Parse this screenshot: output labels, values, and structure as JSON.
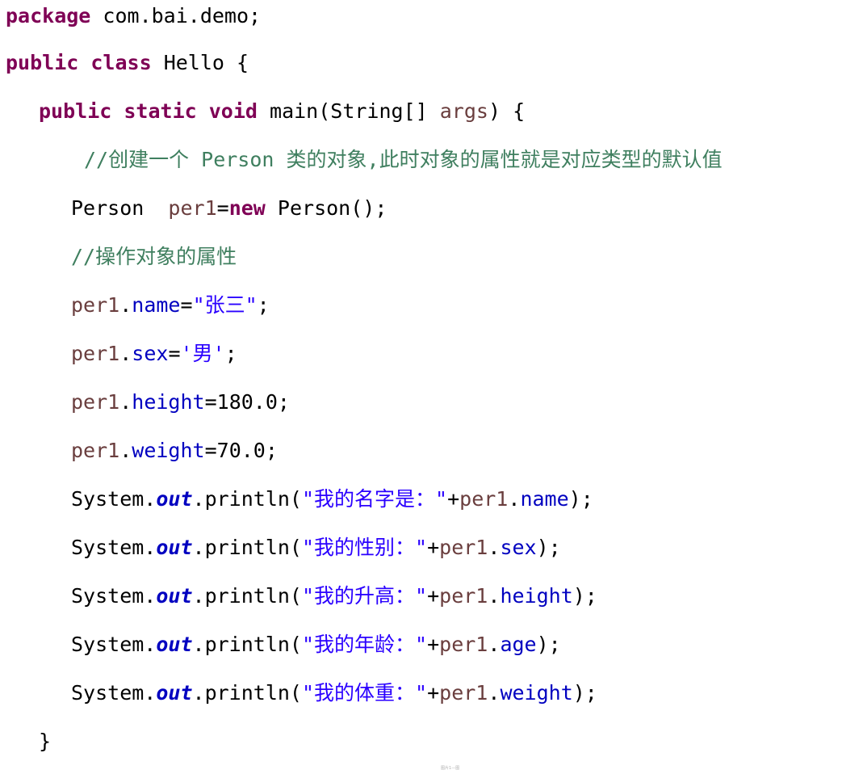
{
  "code_lines": [
    {
      "tokens": [
        {
          "text": "package",
          "kind": "keyword"
        },
        {
          "text": " com.bai.demo;",
          "kind": "plain"
        }
      ]
    },
    {
      "tokens": [
        {
          "text": "public",
          "kind": "keyword"
        },
        {
          "text": " ",
          "kind": "plain"
        },
        {
          "text": "class",
          "kind": "keyword"
        },
        {
          "text": " Hello {",
          "kind": "plain"
        }
      ]
    },
    {
      "tokens": [
        {
          "text": "public",
          "kind": "keyword"
        },
        {
          "text": " ",
          "kind": "plain"
        },
        {
          "text": "static",
          "kind": "keyword"
        },
        {
          "text": " ",
          "kind": "plain"
        },
        {
          "text": "void",
          "kind": "keyword"
        },
        {
          "text": " main(String[] ",
          "kind": "plain"
        },
        {
          "text": "args",
          "kind": "local"
        },
        {
          "text": ") {",
          "kind": "plain"
        }
      ]
    },
    {
      "tokens": [
        {
          "text": "//创建一个 Person 类的对象,此时对象的属性就是对应类型的默认值",
          "kind": "comment"
        }
      ]
    },
    {
      "tokens": [
        {
          "text": "Person  ",
          "kind": "plain"
        },
        {
          "text": "per1",
          "kind": "local"
        },
        {
          "text": "=",
          "kind": "plain"
        },
        {
          "text": "new",
          "kind": "keyword"
        },
        {
          "text": " Person();",
          "kind": "plain"
        }
      ]
    },
    {
      "tokens": [
        {
          "text": "//操作对象的属性",
          "kind": "comment"
        }
      ]
    },
    {
      "tokens": [
        {
          "text": "per1",
          "kind": "local"
        },
        {
          "text": ".",
          "kind": "plain"
        },
        {
          "text": "name",
          "kind": "field"
        },
        {
          "text": "=",
          "kind": "plain"
        },
        {
          "text": "\"张三\"",
          "kind": "string"
        },
        {
          "text": ";",
          "kind": "plain"
        }
      ]
    },
    {
      "tokens": [
        {
          "text": "per1",
          "kind": "local"
        },
        {
          "text": ".",
          "kind": "plain"
        },
        {
          "text": "sex",
          "kind": "field"
        },
        {
          "text": "=",
          "kind": "plain"
        },
        {
          "text": "'男'",
          "kind": "string"
        },
        {
          "text": ";",
          "kind": "plain"
        }
      ]
    },
    {
      "tokens": [
        {
          "text": "per1",
          "kind": "local"
        },
        {
          "text": ".",
          "kind": "plain"
        },
        {
          "text": "height",
          "kind": "field"
        },
        {
          "text": "=180.0;",
          "kind": "plain"
        }
      ]
    },
    {
      "tokens": [
        {
          "text": "per1",
          "kind": "local"
        },
        {
          "text": ".",
          "kind": "plain"
        },
        {
          "text": "weight",
          "kind": "field"
        },
        {
          "text": "=70.0;",
          "kind": "plain"
        }
      ]
    },
    {
      "tokens": [
        {
          "text": "System.",
          "kind": "plain"
        },
        {
          "text": "out",
          "kind": "static"
        },
        {
          "text": ".println(",
          "kind": "plain"
        },
        {
          "text": "\"我的名字是：\"",
          "kind": "string"
        },
        {
          "text": "+",
          "kind": "plain"
        },
        {
          "text": "per1",
          "kind": "local"
        },
        {
          "text": ".",
          "kind": "plain"
        },
        {
          "text": "name",
          "kind": "field"
        },
        {
          "text": ");",
          "kind": "plain"
        }
      ]
    },
    {
      "tokens": [
        {
          "text": "System.",
          "kind": "plain"
        },
        {
          "text": "out",
          "kind": "static"
        },
        {
          "text": ".println(",
          "kind": "plain"
        },
        {
          "text": "\"我的性别：\"",
          "kind": "string"
        },
        {
          "text": "+",
          "kind": "plain"
        },
        {
          "text": "per1",
          "kind": "local"
        },
        {
          "text": ".",
          "kind": "plain"
        },
        {
          "text": "sex",
          "kind": "field"
        },
        {
          "text": ");",
          "kind": "plain"
        }
      ]
    },
    {
      "tokens": [
        {
          "text": "System.",
          "kind": "plain"
        },
        {
          "text": "out",
          "kind": "static"
        },
        {
          "text": ".println(",
          "kind": "plain"
        },
        {
          "text": "\"我的升高：\"",
          "kind": "string"
        },
        {
          "text": "+",
          "kind": "plain"
        },
        {
          "text": "per1",
          "kind": "local"
        },
        {
          "text": ".",
          "kind": "plain"
        },
        {
          "text": "height",
          "kind": "field"
        },
        {
          "text": ");",
          "kind": "plain"
        }
      ]
    },
    {
      "tokens": [
        {
          "text": "System.",
          "kind": "plain"
        },
        {
          "text": "out",
          "kind": "static"
        },
        {
          "text": ".println(",
          "kind": "plain"
        },
        {
          "text": "\"我的年龄：\"",
          "kind": "string"
        },
        {
          "text": "+",
          "kind": "plain"
        },
        {
          "text": "per1",
          "kind": "local"
        },
        {
          "text": ".",
          "kind": "plain"
        },
        {
          "text": "age",
          "kind": "field"
        },
        {
          "text": ");",
          "kind": "plain"
        }
      ]
    },
    {
      "tokens": [
        {
          "text": "System.",
          "kind": "plain"
        },
        {
          "text": "out",
          "kind": "static"
        },
        {
          "text": ".println(",
          "kind": "plain"
        },
        {
          "text": "\"我的体重：\"",
          "kind": "string"
        },
        {
          "text": "+",
          "kind": "plain"
        },
        {
          "text": "per1",
          "kind": "local"
        },
        {
          "text": ".",
          "kind": "plain"
        },
        {
          "text": "weight",
          "kind": "field"
        },
        {
          "text": ");",
          "kind": "plain"
        }
      ]
    },
    {
      "tokens": [
        {
          "text": "}",
          "kind": "plain"
        }
      ]
    }
  ],
  "syntax_colors": {
    "keyword": "#7f0055",
    "plain": "#000000",
    "local": "#6a3e3e",
    "field": "#0000c0",
    "string": "#2a00ff",
    "static": "#0000c0",
    "comment": "#3f7f5f"
  },
  "footnote": "图片1—图"
}
